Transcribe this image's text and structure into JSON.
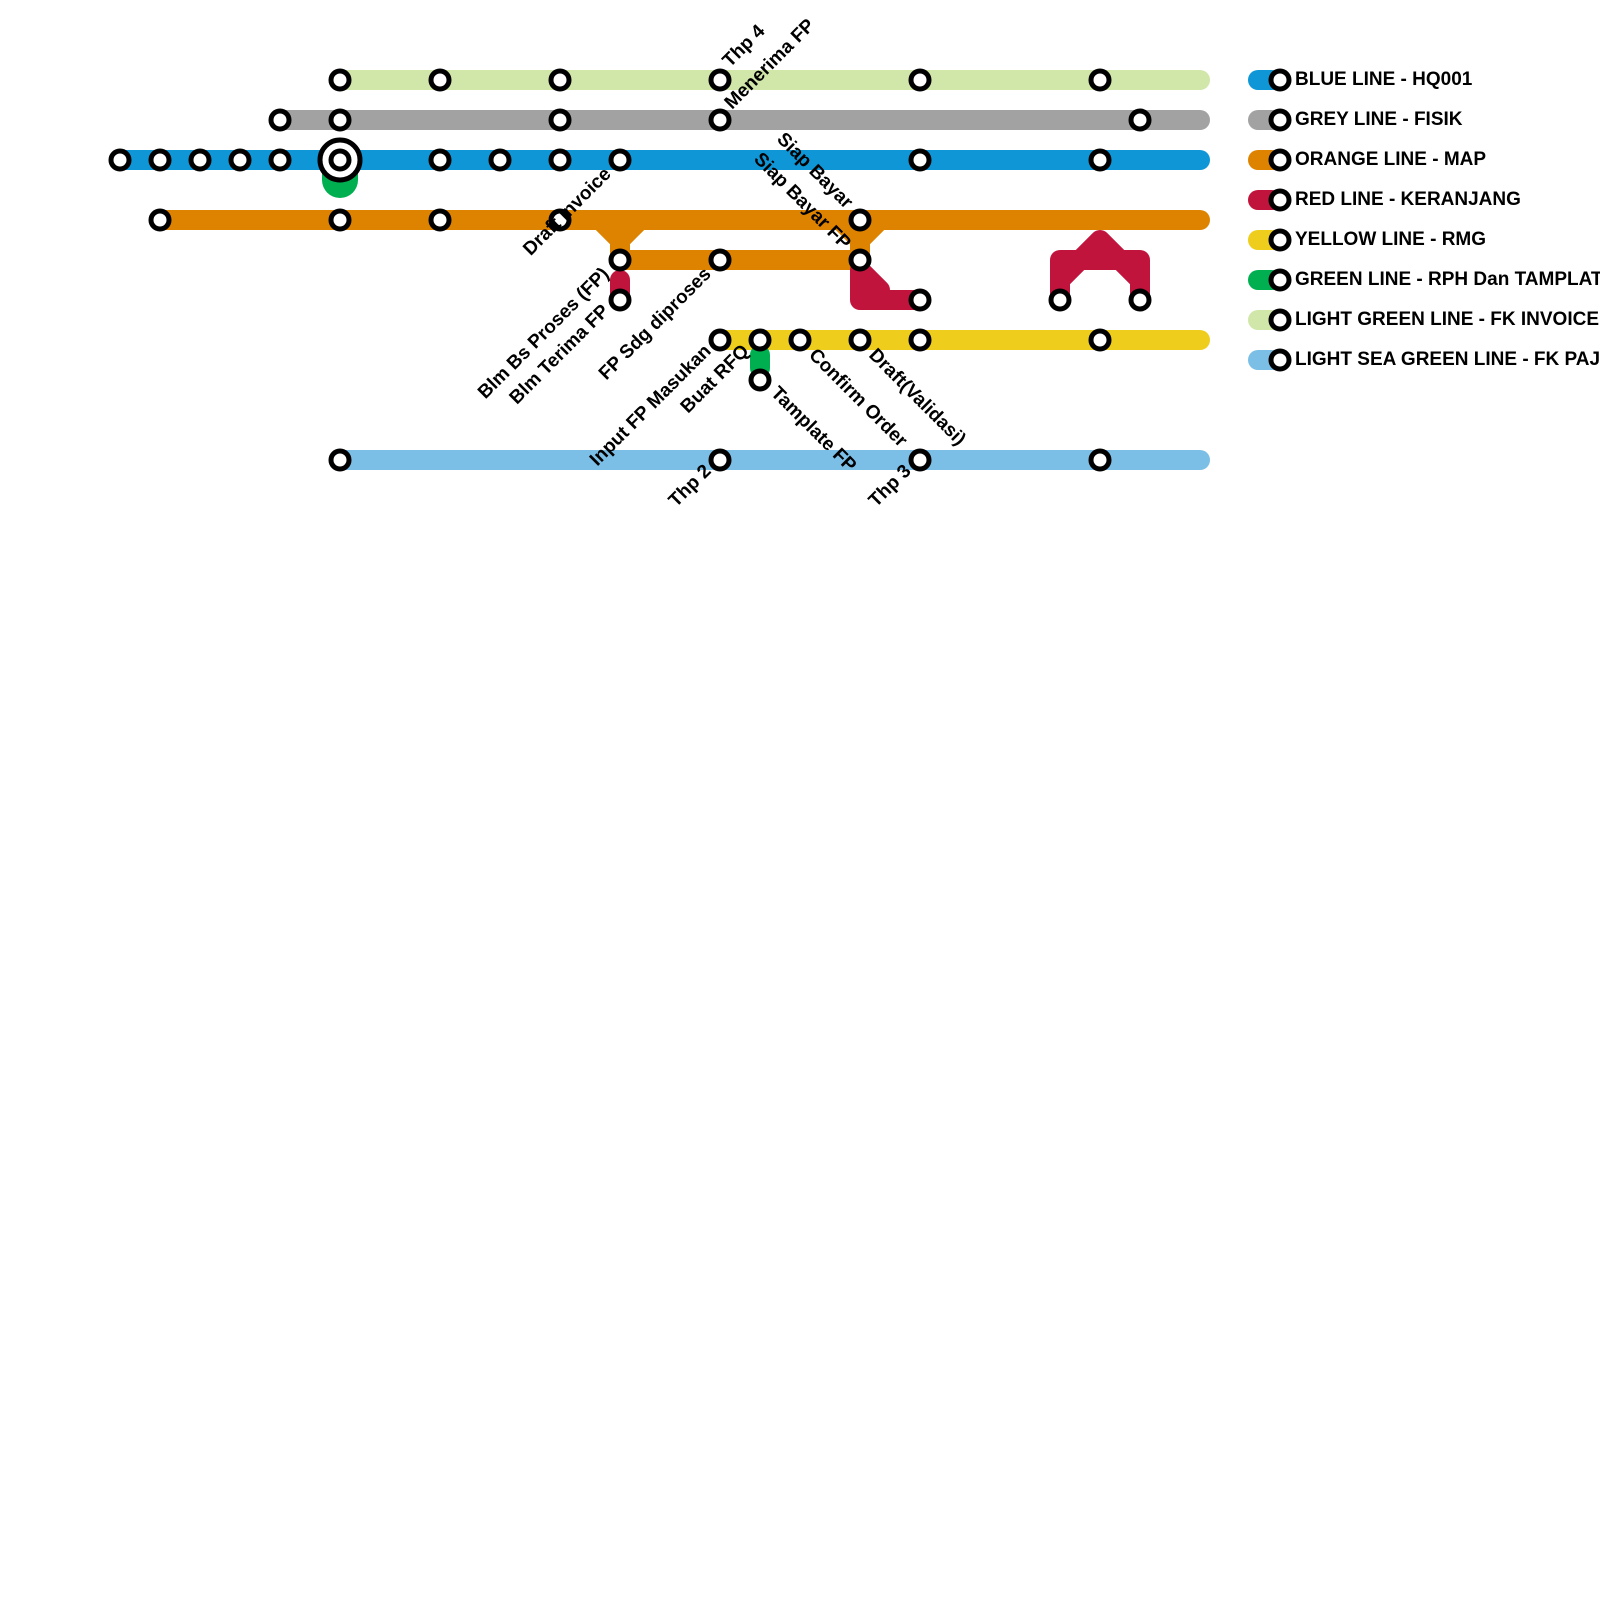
{
  "colors": {
    "blue": "#0e96d6",
    "grey": "#a2a2a2",
    "orange": "#de8300",
    "red": "#c1143c",
    "yellow": "#eecd1c",
    "green": "#00b050",
    "light_green": "#d0e7a9",
    "light_sea_green": "#7bbee6",
    "station_stroke": "#000000",
    "station_fill": "#ffffff"
  },
  "legend": [
    {
      "label": "BLUE LINE - HQ001",
      "color": "#0e96d6"
    },
    {
      "label": "GREY LINE - FISIK",
      "color": "#a2a2a2"
    },
    {
      "label": "ORANGE LINE - MAP",
      "color": "#de8300"
    },
    {
      "label": "RED LINE - KERANJANG",
      "color": "#c1143c"
    },
    {
      "label": "YELLOW LINE - RMG",
      "color": "#eecd1c"
    },
    {
      "label": "GREEN LINE - RPH Dan TAMPLATE",
      "color": "#00b050"
    },
    {
      "label": "LIGHT GREEN LINE - FK INVOICE",
      "color": "#d0e7a9"
    },
    {
      "label": "LIGHT SEA GREEN LINE - FK PAJAK",
      "color": "#7bbee6"
    }
  ],
  "station_labels": {
    "thp4": "Thp 4",
    "menerima_fp": "Menerima FP",
    "siap_bayar": "Siap Bayar",
    "siap_bayar_fp": "Siap Bayar FP",
    "draft_invoice": "Draft Invoice",
    "blm_bs_proses": "Blm Bs Proses (FP)",
    "blm_terima_fp": "Blm Terima FP",
    "fp_sdg_diproses": "FP Sdg diproses",
    "input_fp_masukan": "Input FP Masukan",
    "buat_rfq": "Buat RFQ",
    "confirm_order": "Confirm Order",
    "draft_validasi": "Draft(Validasi)",
    "tamplate_fp": "Tamplate FP",
    "thp2": "Thp 2",
    "thp3": "Thp 3"
  }
}
